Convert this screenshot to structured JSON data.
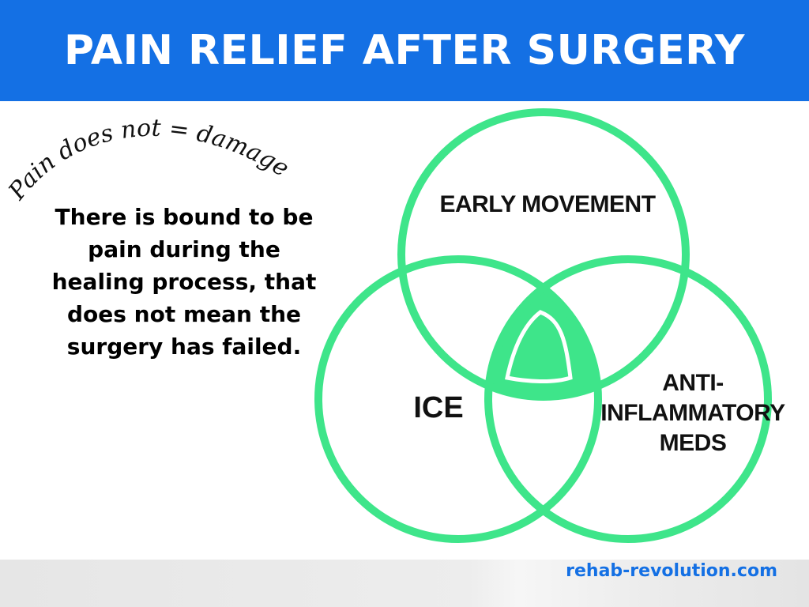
{
  "header": {
    "title": "PAIN RELIEF AFTER SURGERY"
  },
  "note": {
    "script_text": "Pain does not = damage",
    "body": "There is bound to be pain during the healing process, that does not mean the surgery has failed."
  },
  "venn": {
    "circles": [
      {
        "label": "EARLY MOVEMENT"
      },
      {
        "label": "ICE"
      },
      {
        "label": "ANTI-INFLAMMATORY MEDS"
      }
    ],
    "colors": {
      "circle_stroke": "#3ee58a",
      "center_fill": "#3ee58a"
    }
  },
  "footer": {
    "site": "rehab-revolution.com"
  },
  "colors": {
    "header_bg": "#1470e4",
    "link": "#1470e4"
  }
}
